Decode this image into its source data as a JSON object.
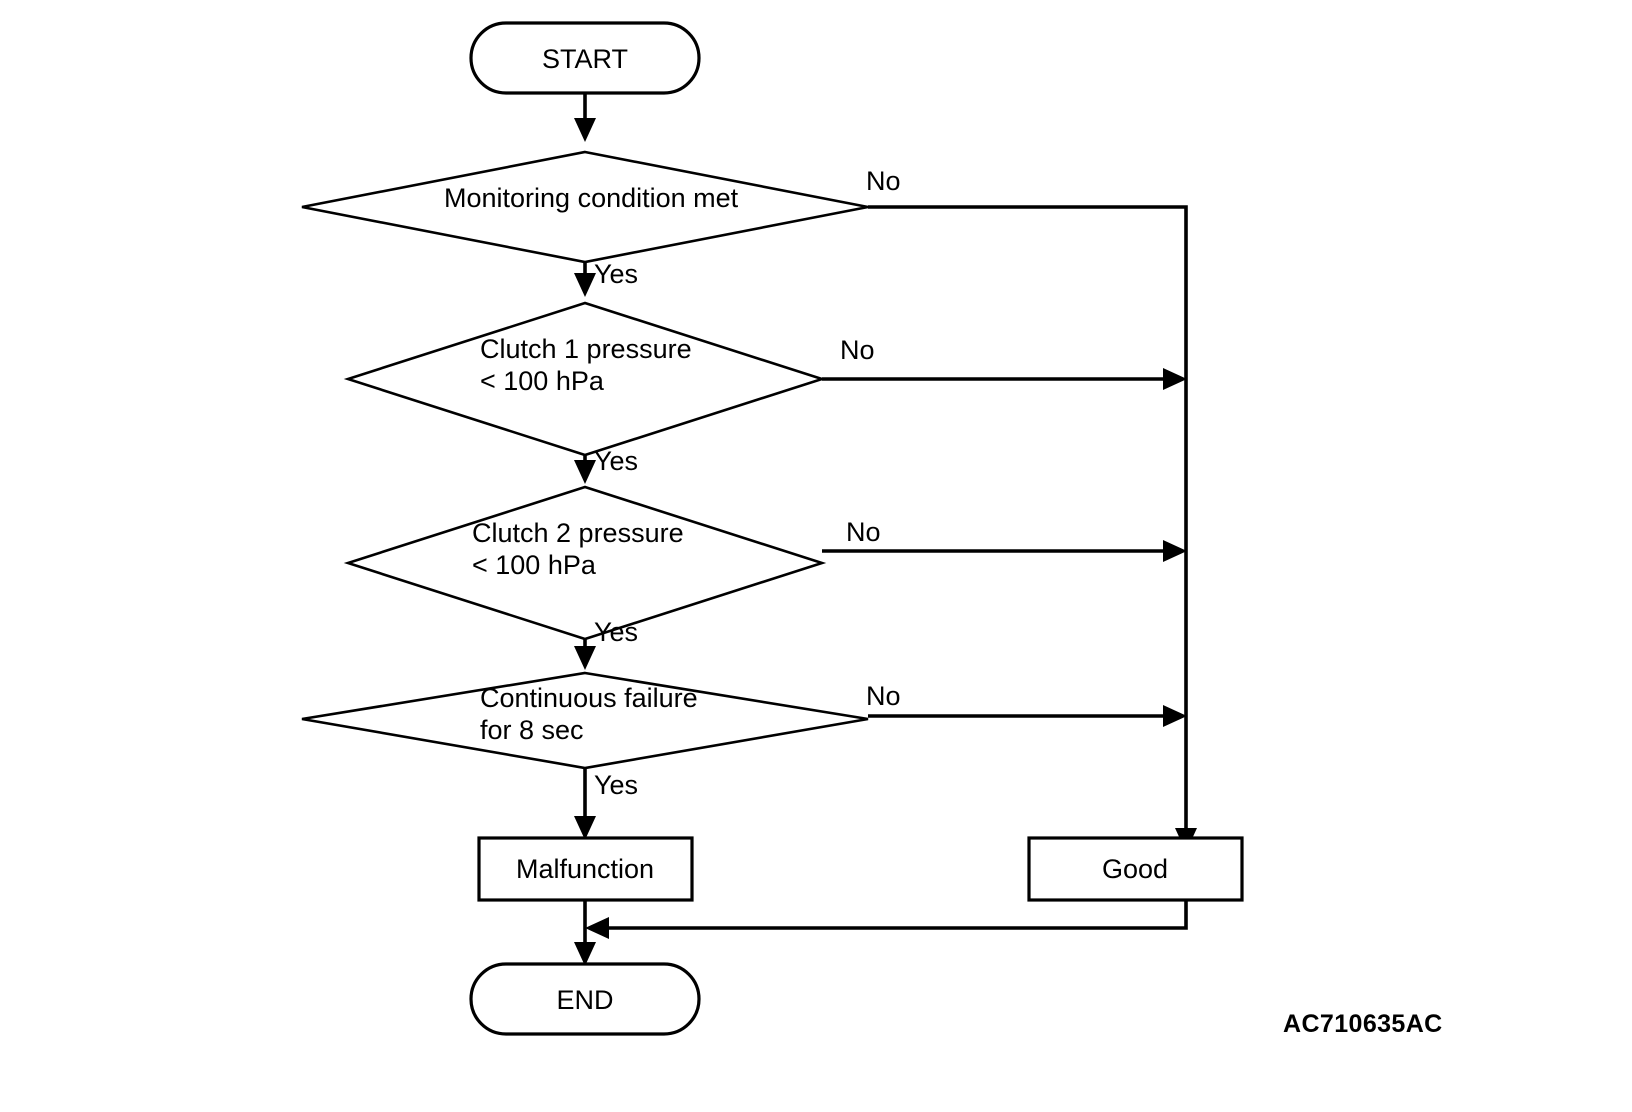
{
  "diagram": {
    "type": "flowchart",
    "title_code": "AC710635AC",
    "nodes": {
      "start": {
        "label": "START",
        "shape": "terminator"
      },
      "d1": {
        "label": "Monitoring condition met",
        "shape": "decision"
      },
      "d2_line1": {
        "label": "Clutch 1 pressure",
        "shape": "decision"
      },
      "d2_line2": {
        "label": "< 100 hPa"
      },
      "d3_line1": {
        "label": "Clutch 2 pressure",
        "shape": "decision"
      },
      "d3_line2": {
        "label": "< 100 hPa"
      },
      "d4_line1": {
        "label": "Continuous failure",
        "shape": "decision"
      },
      "d4_line2": {
        "label": "for 8 sec"
      },
      "malfunction": {
        "label": "Malfunction",
        "shape": "process"
      },
      "good": {
        "label": "Good",
        "shape": "process"
      },
      "end": {
        "label": "END",
        "shape": "terminator"
      }
    },
    "edge_labels": {
      "no1": "No",
      "yes1": "Yes",
      "no2": "No",
      "yes2": "Yes",
      "no3": "No",
      "yes3": "Yes",
      "no4": "No",
      "yes4": "Yes"
    },
    "colors": {
      "stroke": "#000000",
      "fill": "#ffffff",
      "text": "#000000"
    }
  }
}
